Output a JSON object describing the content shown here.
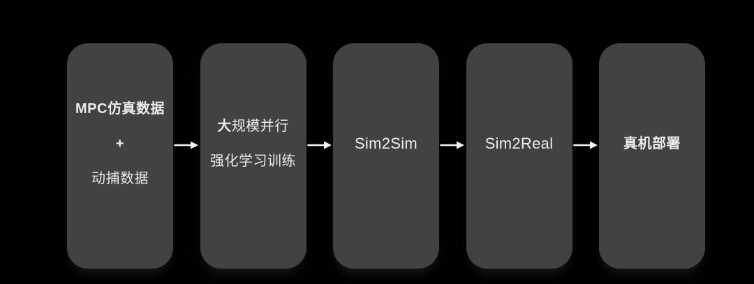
{
  "diagram": {
    "background_color": "#000000",
    "node_color": "#424242",
    "text_color": "#ececec",
    "arrow_color": "#f5f5f5",
    "nodes": [
      {
        "id": "training-data",
        "lines": [
          {
            "text": "MPC仿真数据",
            "weight": "bold"
          },
          {
            "text": "+",
            "weight": "bold"
          },
          {
            "text": "动捕数据",
            "weight": "normal"
          }
        ]
      },
      {
        "id": "rl-training",
        "lines": [
          {
            "lead": "大",
            "text": "规模并行",
            "weight": "normal"
          },
          {
            "text": "强化学习训练",
            "weight": "normal"
          }
        ]
      },
      {
        "id": "sim2sim",
        "lines": [
          {
            "text": "Sim2Sim",
            "weight": "normal"
          }
        ]
      },
      {
        "id": "sim2real",
        "lines": [
          {
            "text": "Sim2Real",
            "weight": "normal"
          }
        ]
      },
      {
        "id": "real-deployment",
        "lines": [
          {
            "text": "真机部署",
            "weight": "bold"
          }
        ]
      }
    ],
    "arrows": [
      "arrow-right",
      "arrow-right",
      "arrow-right",
      "arrow-right"
    ]
  }
}
